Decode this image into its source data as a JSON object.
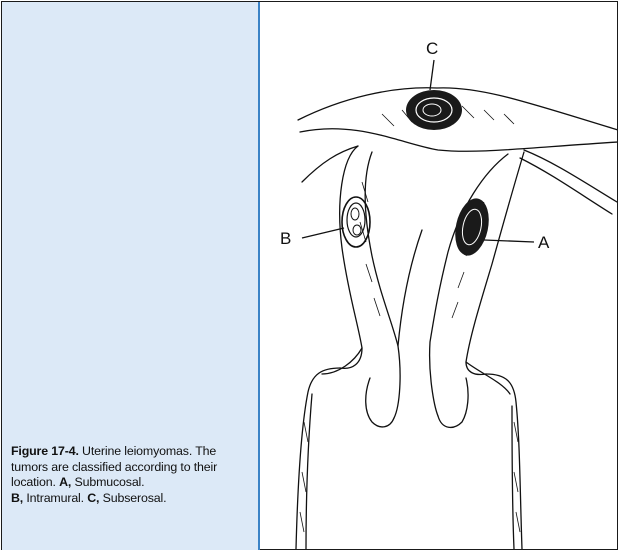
{
  "caption": {
    "figure_ref": "Figure 17-4.",
    "line1_text": " Uterine leiomyomas. The tumors are classified according to their location. ",
    "a_key": "A,",
    "a_text": " Submucosal. ",
    "b_key": "B,",
    "b_text": " Intramural. ",
    "c_key": "C,",
    "c_text": " Subserosal."
  },
  "figure": {
    "label_a": "A",
    "label_b": "B",
    "label_c": "C"
  },
  "colors": {
    "panel_bg": "#dce9f7",
    "panel_border": "#3b83c6",
    "ink": "#111111"
  }
}
